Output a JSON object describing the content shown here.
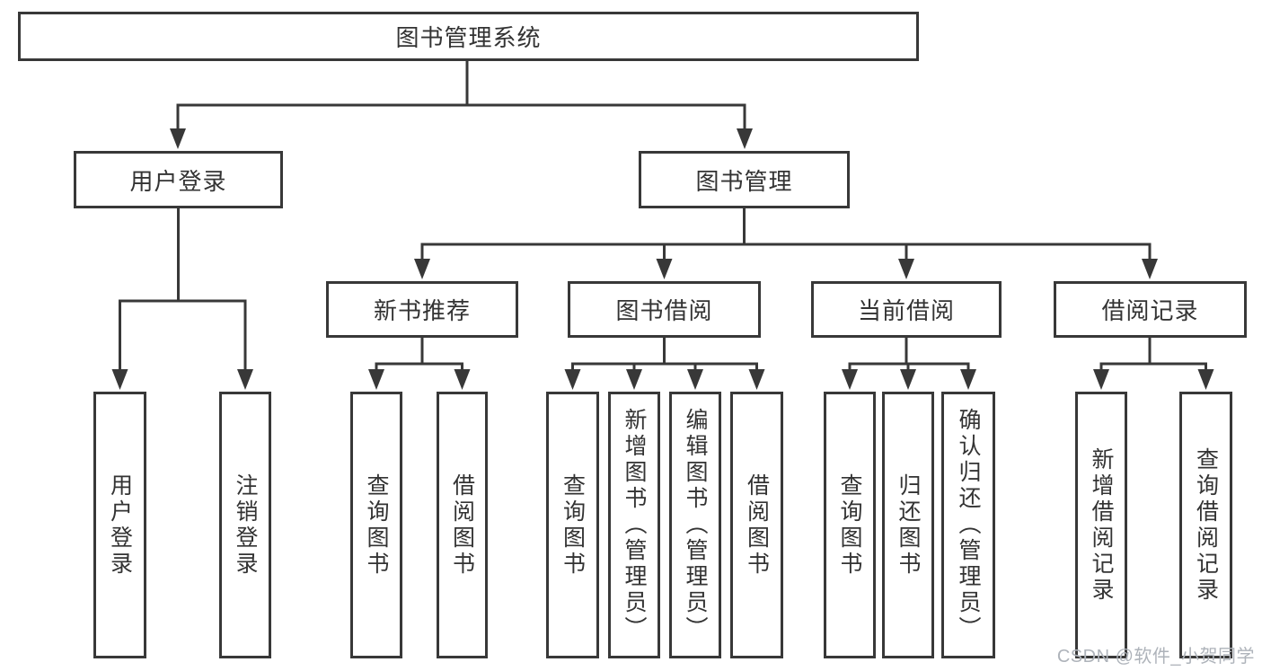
{
  "diagram": {
    "root": {
      "label": "图书管理系统"
    },
    "level2": [
      {
        "label": "用户登录"
      },
      {
        "label": "图书管理"
      }
    ],
    "level3": [
      {
        "label": "新书推荐",
        "parent": "图书管理"
      },
      {
        "label": "图书借阅",
        "parent": "图书管理"
      },
      {
        "label": "当前借阅",
        "parent": "图书管理"
      },
      {
        "label": "借阅记录",
        "parent": "图书管理"
      }
    ],
    "leaves": [
      {
        "label": "用户登录",
        "parent": "用户登录"
      },
      {
        "label": "注销登录",
        "parent": "用户登录"
      },
      {
        "label": "查询图书",
        "parent": "新书推荐"
      },
      {
        "label": "借阅图书",
        "parent": "新书推荐"
      },
      {
        "label": "查询图书",
        "parent": "图书借阅"
      },
      {
        "label": "新增图书（管理员）",
        "parent": "图书借阅"
      },
      {
        "label": "编辑图书（管理员）",
        "parent": "图书借阅"
      },
      {
        "label": "借阅图书",
        "parent": "图书借阅"
      },
      {
        "label": "查询图书",
        "parent": "当前借阅"
      },
      {
        "label": "归还图书",
        "parent": "当前借阅"
      },
      {
        "label": "确认归还（管理员）",
        "parent": "当前借阅"
      },
      {
        "label": "新增借阅记录",
        "parent": "借阅记录"
      },
      {
        "label": "查询借阅记录",
        "parent": "借阅记录"
      }
    ],
    "watermark": "CSDN @软件_小贺同学",
    "colors": {
      "line": "#383838",
      "text": "#333333",
      "watermark": "#aeb3ba",
      "background": "#ffffff"
    }
  }
}
